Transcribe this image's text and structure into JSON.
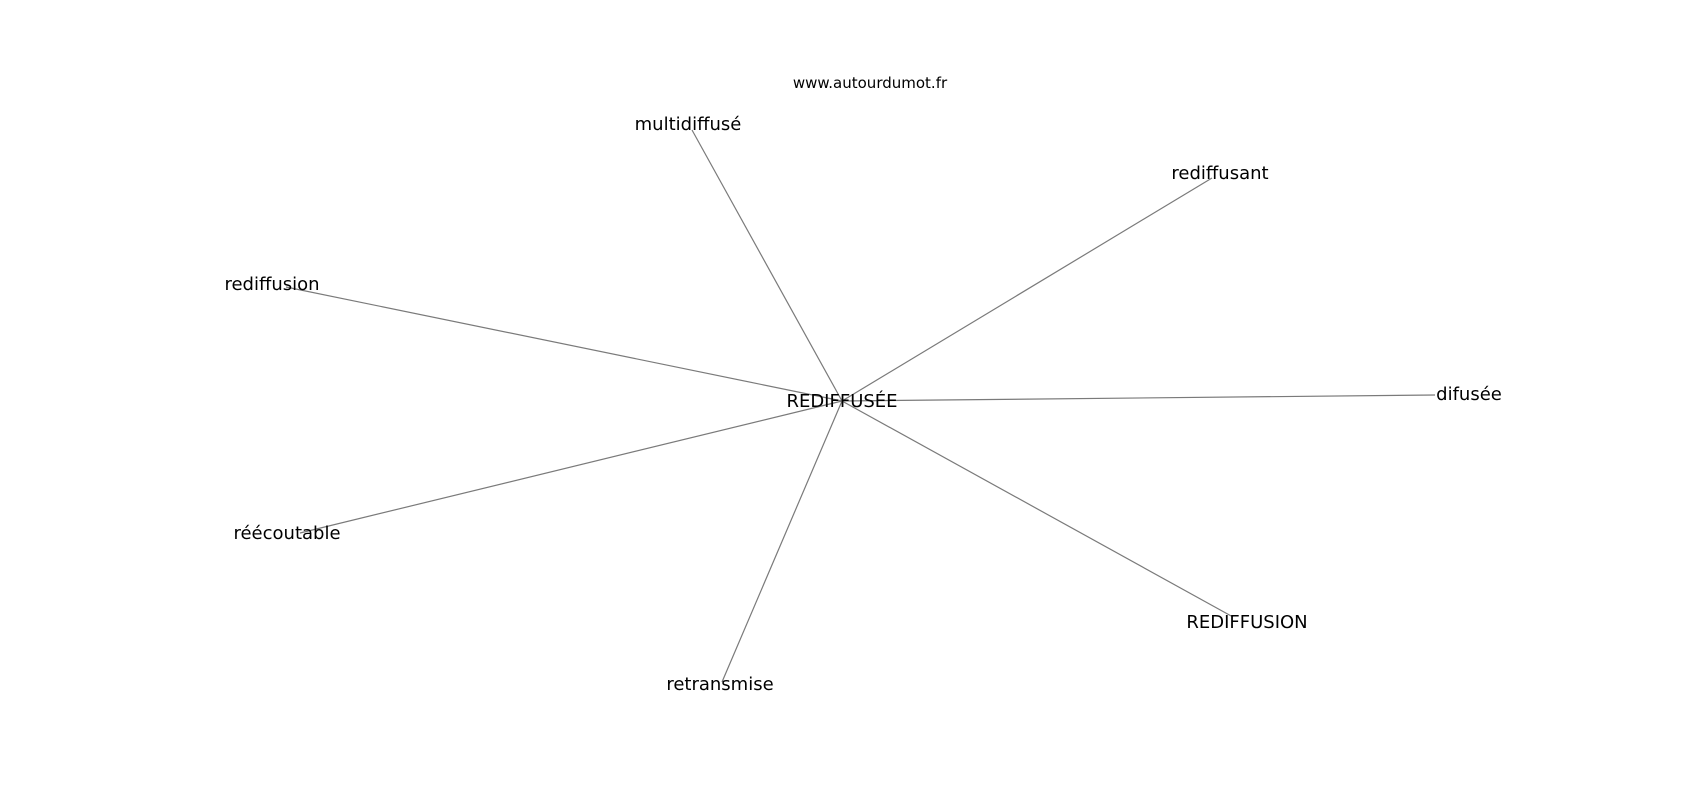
{
  "watermark": "www.autourdumot.fr",
  "center": {
    "label": "REDIFFUSÉE"
  },
  "nodes": [
    {
      "id": "multidiffuse",
      "label": "multidiffusé"
    },
    {
      "id": "rediffusant",
      "label": "rediffusant"
    },
    {
      "id": "rediffusion",
      "label": "rediffusion"
    },
    {
      "id": "difusee",
      "label": "difusée"
    },
    {
      "id": "reecoutable",
      "label": "réécoutable"
    },
    {
      "id": "rediffusion-upper",
      "label": "REDIFFUSION"
    },
    {
      "id": "retransmise",
      "label": "retransmise"
    }
  ],
  "colors": {
    "edge": "#7a7a7a",
    "text": "#000000",
    "background": "#ffffff"
  }
}
